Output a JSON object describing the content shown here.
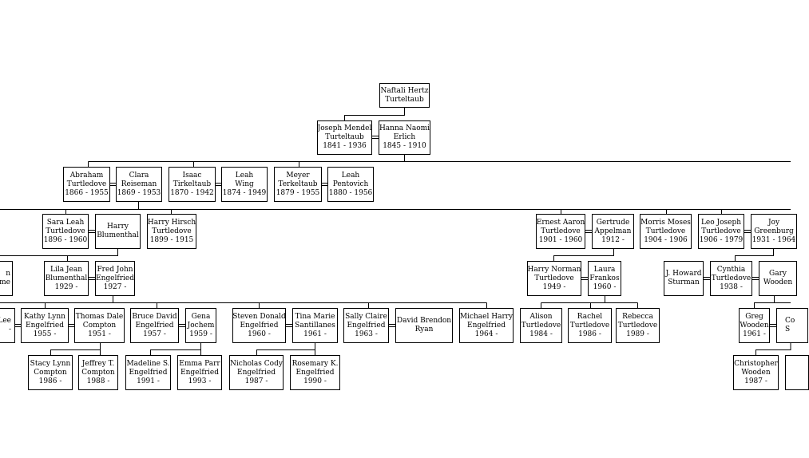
{
  "people": {
    "naftali": [
      "Naftali Hertz",
      "Turteltaub"
    ],
    "joseph": [
      "Joseph Mendel",
      "Turteltaub",
      "1841 - 1936"
    ],
    "hanna": [
      "Hanna Naomi",
      "Erlich",
      "1845 - 1910"
    ],
    "abraham": [
      "Abraham",
      "Turtledove",
      "1866 - 1955"
    ],
    "clara": [
      "Clara",
      "Reiseman",
      "1869 - 1953"
    ],
    "isaac": [
      "Isaac",
      "Tirkeltaub",
      "1870 - 1942"
    ],
    "leah_wing": [
      "Leah",
      "Wing",
      "1874 - 1949"
    ],
    "meyer": [
      "Meyer",
      "Terkeltaub",
      "1879 - 1955"
    ],
    "leah_pentovich": [
      "Leah",
      "Pentovich",
      "1880 - 1956"
    ],
    "sara": [
      "Sara Leah",
      "Turtledove",
      "1896 - 1960"
    ],
    "harry_b": [
      "Harry",
      "Blumenthal"
    ],
    "harry_hirsch": [
      "Harry Hirsch",
      "Turtledove",
      "1899 - 1915"
    ],
    "ernest": [
      "Ernest Aaron",
      "Turtledove",
      "1901 - 1960"
    ],
    "gertrude": [
      "Gertrude",
      "Appelman",
      "1912 -"
    ],
    "morris": [
      "Morris Moses",
      "Turtledove",
      "1904 - 1906"
    ],
    "leo": [
      "Leo Joseph",
      "Turtledove",
      "1906 - 1979"
    ],
    "joy": [
      "Joy",
      "Greenburg",
      "1931 - 1964"
    ],
    "left_me": [
      "n",
      "me"
    ],
    "lila": [
      "Lila Jean",
      "Blumenthal",
      "1929 -"
    ],
    "fred": [
      "Fred John",
      "Engelfried",
      "1927 -"
    ],
    "harry_norman": [
      "Harry Norman",
      "Turtledove",
      "1949 -"
    ],
    "laura": [
      "Laura",
      "Frankos",
      "1960 -"
    ],
    "howard": [
      "J. Howard",
      "Sturman"
    ],
    "cynthia": [
      "Cynthia",
      "Turtledove",
      "1938 -"
    ],
    "gary": [
      "Gary",
      "Wooden"
    ],
    "lee": [
      "Lee",
      "",
      "-"
    ],
    "kathy": [
      "Kathy Lynn",
      "Engelfried",
      "1955 -"
    ],
    "thomas": [
      "Thomas Dale",
      "Compton",
      "1951 -"
    ],
    "bruce": [
      "Bruce David",
      "Engelfried",
      "1957 -"
    ],
    "gena": [
      "Gena",
      "Jochem",
      "1959 -"
    ],
    "steven": [
      "Steven Donald",
      "Engelfried",
      "1960 -"
    ],
    "tina": [
      "Tina Marie",
      "Santillanes",
      "1961 -"
    ],
    "sally": [
      "Sally Claire",
      "Engelfried",
      "1963 -"
    ],
    "david": [
      "David Brendon",
      "Ryan"
    ],
    "michael": [
      "Michael Harry",
      "Engelfried",
      "1964 -"
    ],
    "alison": [
      "Alison",
      "Turtledove",
      "1984 -"
    ],
    "rachel": [
      "Rachel",
      "Turtledove",
      "1986 -"
    ],
    "rebecca": [
      "Rebecca",
      "Turtledove",
      "1989 -"
    ],
    "greg": [
      "Greg",
      "Wooden",
      "1961 -"
    ],
    "c_right": [
      "Co",
      "S"
    ],
    "stacy": [
      "Stacy Lynn",
      "Compton",
      "1986 -"
    ],
    "jeffrey": [
      "Jeffrey T.",
      "Compton",
      "1988 -"
    ],
    "madeline": [
      "Madeline S.",
      "Engelfried",
      "1991 -"
    ],
    "emma": [
      "Emma Parr",
      "Engelfried",
      "1993 -"
    ],
    "nicholas": [
      "Nicholas Cody",
      "Engelfried",
      "1987 -"
    ],
    "rosemary": [
      "Rosemary K.",
      "Engelfried",
      "1990 -"
    ],
    "christopher": [
      "Christopher",
      "Wooden",
      "1987 -"
    ]
  }
}
